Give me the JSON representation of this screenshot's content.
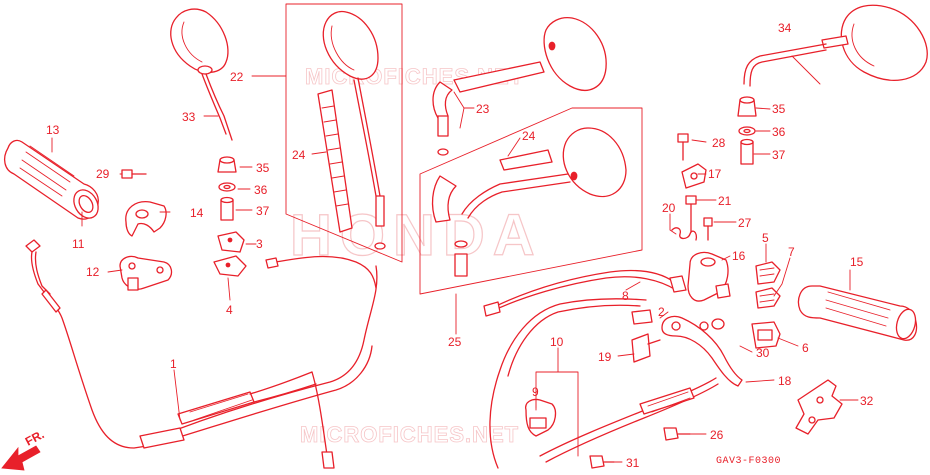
{
  "diagram": {
    "diagram_code": "GAV3-F0300",
    "direction_label": "FR.",
    "watermarks": {
      "brand": "HONDA",
      "site": "MICROFICHES.NET"
    },
    "part_labels": {
      "p1": "1",
      "p2": "2",
      "p3": "3",
      "p4": "4",
      "p5": "5",
      "p6": "6",
      "p7": "7",
      "p8": "8",
      "p9": "9",
      "p10": "10",
      "p11": "11",
      "p12": "12",
      "p13": "13",
      "p14": "14",
      "p15": "15",
      "p16": "16",
      "p17": "17",
      "p18": "18",
      "p19": "19",
      "p20": "20",
      "p21": "21",
      "p22": "22",
      "p23": "23",
      "p24a": "24",
      "p24b": "24",
      "p25": "25",
      "p26": "26",
      "p27": "27",
      "p28": "28",
      "p29": "29",
      "p30": "30",
      "p31": "31",
      "p32": "32",
      "p33": "33",
      "p34": "34",
      "p35a": "35",
      "p35b": "35",
      "p36a": "36",
      "p36b": "36",
      "p37a": "37",
      "p37b": "37"
    },
    "colors": {
      "ink": "#e8202a",
      "watermark": "#f6c6c8",
      "background": "#ffffff"
    }
  }
}
